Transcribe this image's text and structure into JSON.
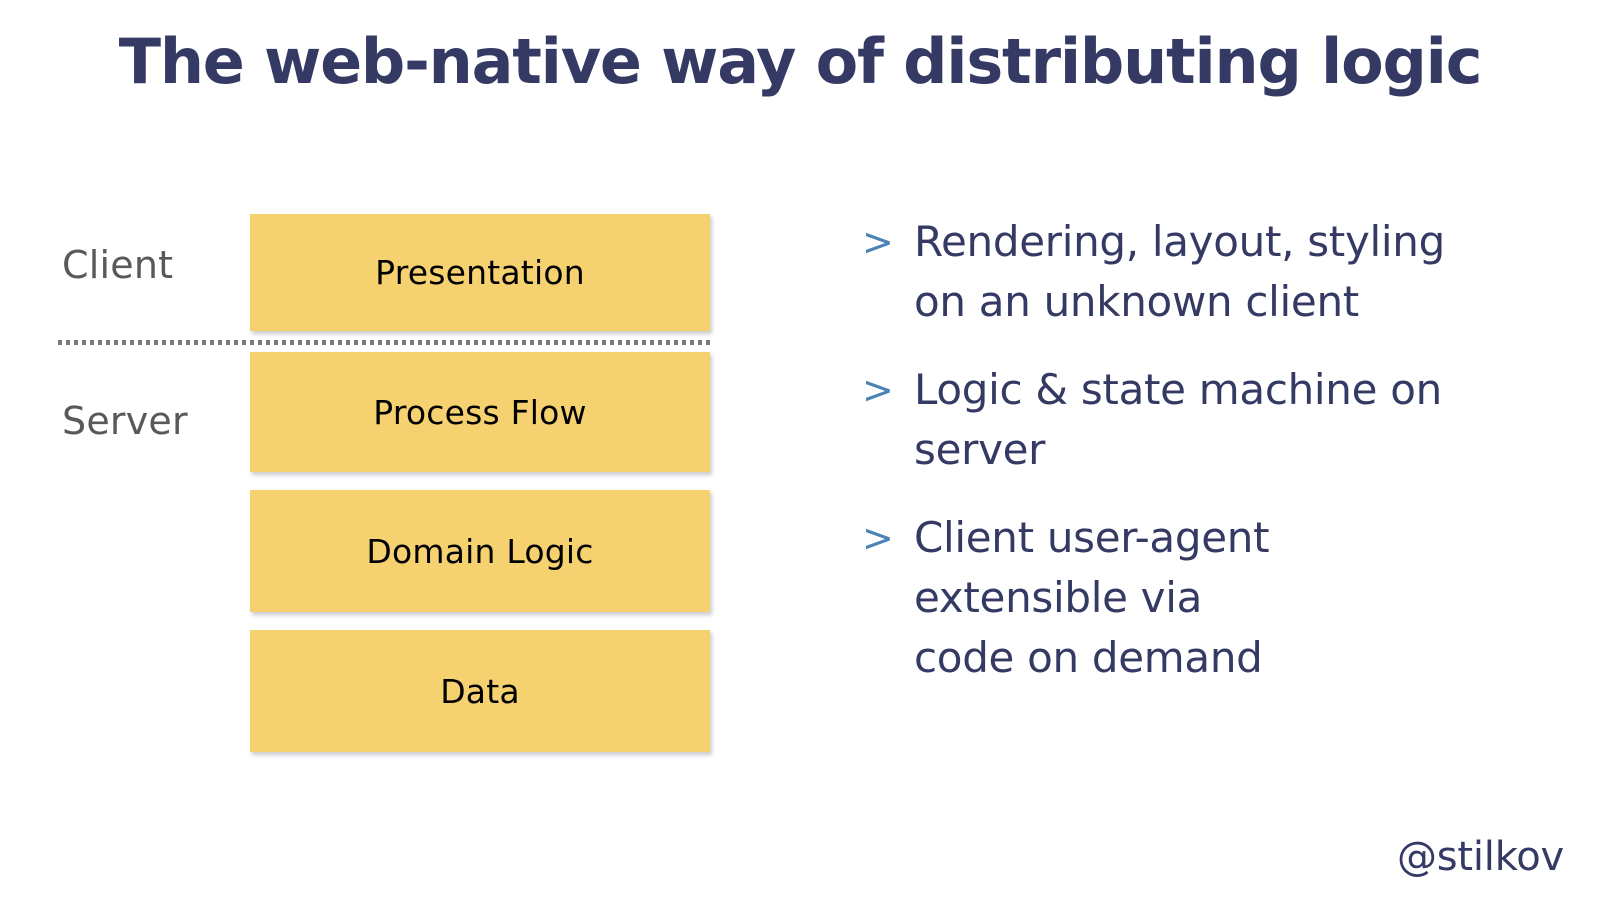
{
  "slide": {
    "title": "The web-native way of distributing logic",
    "background_color": "#ffffff",
    "title_color": "#343a63"
  },
  "diagram": {
    "tiers": [
      {
        "label": "Client"
      },
      {
        "label": "Server"
      }
    ],
    "divider": "dotted-tier-divider",
    "layer_color": "#f6d170",
    "layer_text_color": "#000000",
    "layers": [
      {
        "label": "Presentation",
        "tier": "Client"
      },
      {
        "label": "Process Flow",
        "tier": "Server"
      },
      {
        "label": "Domain Logic",
        "tier": "Server"
      },
      {
        "label": "Data",
        "tier": "Server"
      }
    ]
  },
  "bullets": {
    "marker": ">",
    "marker_color": "#4a83b4",
    "text_color": "#343a63",
    "items": [
      {
        "text": "Rendering, layout, styling\non an unknown client"
      },
      {
        "text": "Logic & state machine on\nserver"
      },
      {
        "text": "Client user-agent\nextensible via\ncode on demand"
      }
    ]
  },
  "footer": {
    "handle": "@stilkov"
  }
}
